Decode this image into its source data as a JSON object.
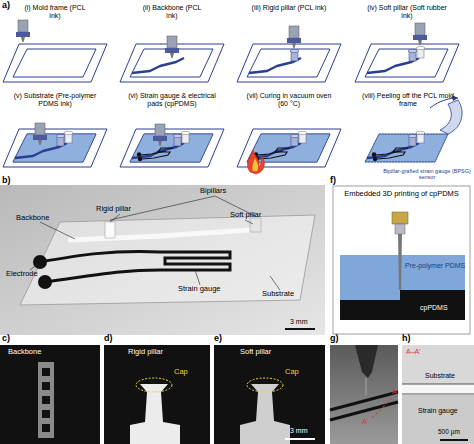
{
  "diagram": {
    "labels": [
      "a)",
      "(i) Mold frame (PCL ink)",
      "(ii) Backbone (PCL ink)",
      "(iii) Rigid pillar (PCL ink)",
      "(iv) Soft pillar (Soft rubber ink)",
      "(v) Substrate (Pre-polymer PDMS ink)",
      "(vi) Strain gauge & electrical pads (cpPDMS)",
      "(vii) Curing in vacuum oven (60 °C)",
      "(viii) Peeling off the PCL mold frame",
      "Bipillar-grafted strain gauge (BPSG) sensor",
      "b)",
      "Bipillars",
      "Backbone",
      "Rigid pillar",
      "Soft pillar",
      "Strain gauge",
      "Electrode",
      "Substrate",
      "3 mm",
      "c)",
      "Backbone",
      "d)",
      "Rigid pillar",
      "Cap",
      "e)",
      "Soft pillar",
      "Cap",
      "3 mm",
      "f)",
      "Embedded 3D printing of cpPDMS",
      "Pre-polymer PDMS",
      "cpPDMS",
      "g)",
      "A",
      "A'",
      "h)",
      "A–A'",
      "Substrate",
      "Strain gauge",
      "500 μm"
    ]
  }
}
